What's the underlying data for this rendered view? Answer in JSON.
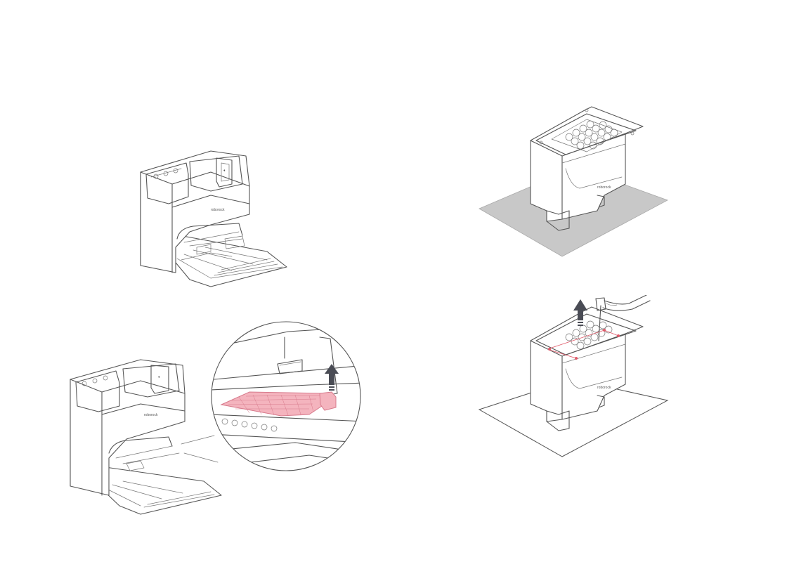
{
  "diagram": {
    "panels": [
      {
        "id": "dock-front"
      },
      {
        "id": "dock-filter-removal"
      },
      {
        "id": "dock-flipped-top"
      },
      {
        "id": "dock-flipped-screw-removal"
      }
    ],
    "brand_label": "roborock",
    "colors": {
      "line": "#555555",
      "highlight": "#f4b4be",
      "highlight_stroke": "#d77a8c",
      "arrow": "#4a4c55",
      "shadow_mat": "#c8c8c8",
      "screw_marker": "#e05a6a"
    },
    "icons": [
      "up-arrow-icon",
      "magnifier-circle"
    ]
  }
}
